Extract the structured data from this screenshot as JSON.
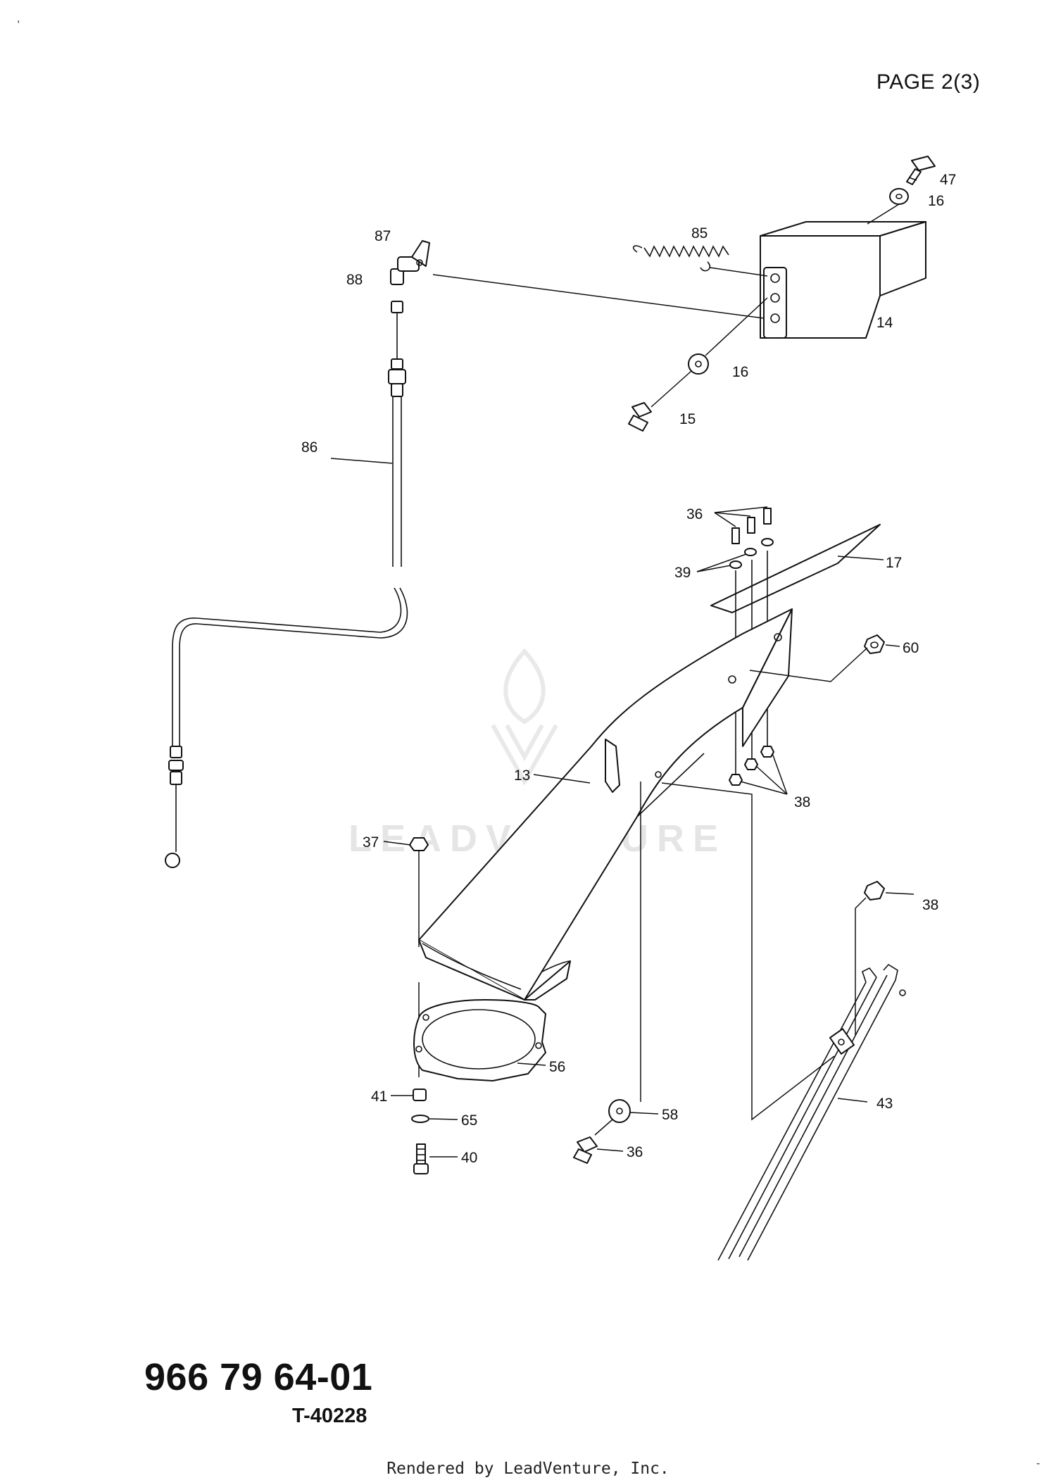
{
  "header": {
    "page_label": "PAGE 2(3)"
  },
  "footer": {
    "part_number": "966 79 64-01",
    "illustration_id": "T-40228",
    "rendered_by": "Rendered by LeadVenture, Inc."
  },
  "watermark": {
    "text": "LEADVENTURE",
    "color": "#b4b4b4"
  },
  "callouts": [
    "47",
    "16",
    "85",
    "87",
    "88",
    "14",
    "16",
    "15",
    "86",
    "36",
    "17",
    "39",
    "60",
    "13",
    "38",
    "37",
    "38",
    "56",
    "43",
    "41",
    "58",
    "65",
    "36",
    "40"
  ],
  "colors": {
    "ink": "#111111",
    "paper": "#ffffff"
  }
}
